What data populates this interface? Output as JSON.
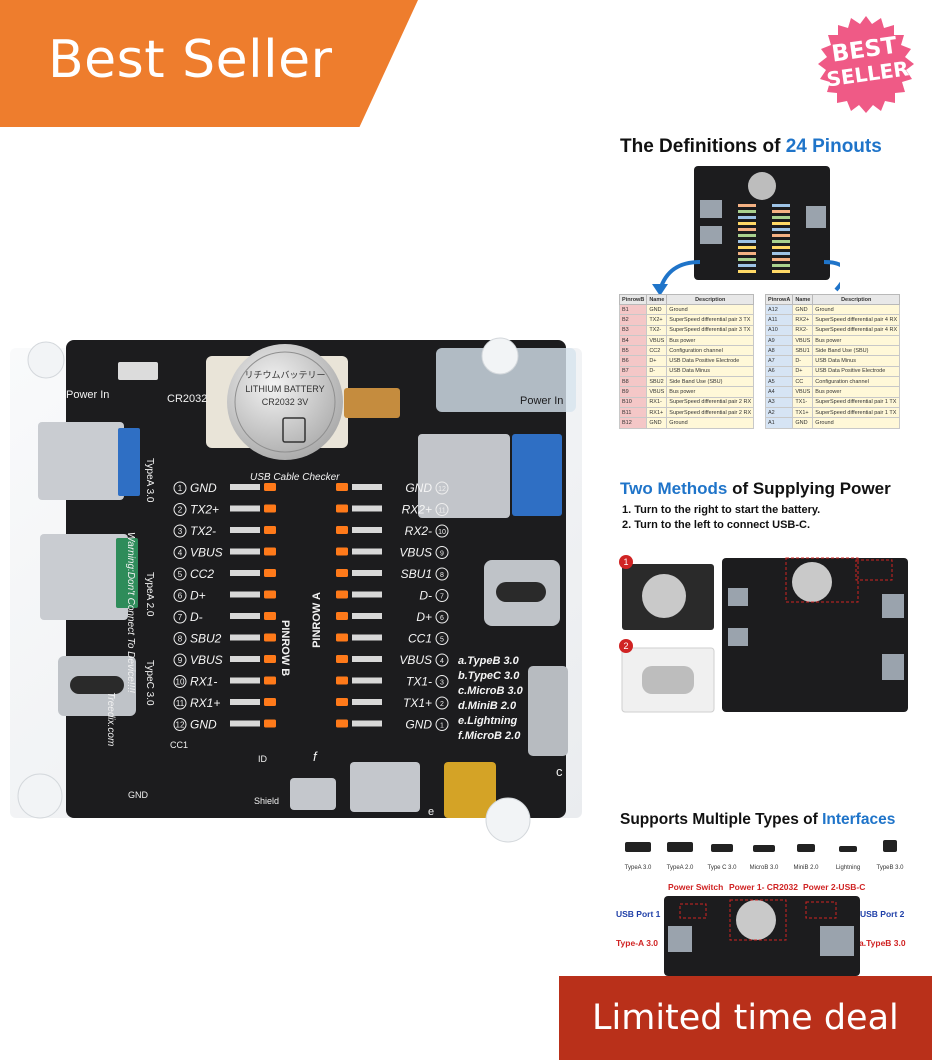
{
  "banners": {
    "best_seller": "Best Seller",
    "deal": "Limited time deal",
    "seal_line1": "BEST",
    "seal_line2": "SELLER"
  },
  "colors": {
    "best_seller_bg": "#ee7d2d",
    "deal_bg": "#b9301a",
    "seal": "#ef5a86",
    "accent_blue": "#1f74c9",
    "board": "#1c1c1e",
    "led": "#ff7a1a"
  },
  "board": {
    "labels": {
      "power_in_left": "Power In",
      "cr2032": "CR2032",
      "power_in_right": "Power In",
      "battery_jp": "リチウムバッテリー",
      "battery_line1": "LITHIUM BATTERY",
      "battery_line2": "CR2032  3V",
      "title": "USB Cable Checker",
      "pinrow_b": "PINROW B",
      "pinrow_a": "PINROW A",
      "typea30": "TypeA 3.0",
      "typea20": "TypeA 2.0",
      "typec30": "TypeC 3.0",
      "warning": "Warning:Don't Connect To Device!!!!",
      "brand": "Treedix.com",
      "gnd": "GND",
      "cc1": "CC1",
      "id": "ID",
      "shield": "Shield",
      "f": "f",
      "c": "c",
      "e": "e"
    },
    "pins_b": [
      "GND",
      "TX2+",
      "TX2-",
      "VBUS",
      "CC2",
      "D+",
      "D-",
      "SBU2",
      "VBUS",
      "RX1-",
      "RX1+",
      "GND"
    ],
    "pins_b_num": [
      "1",
      "2",
      "3",
      "4",
      "5",
      "6",
      "7",
      "8",
      "9",
      "10",
      "11",
      "12"
    ],
    "pins_a": [
      "GND",
      "RX2+",
      "RX2-",
      "VBUS",
      "SBU1",
      "D-",
      "D+",
      "CC1",
      "VBUS",
      "TX1-",
      "TX1+",
      "GND"
    ],
    "pins_a_num": [
      "12",
      "11",
      "10",
      "9",
      "8",
      "7",
      "6",
      "5",
      "4",
      "3",
      "2",
      "1"
    ],
    "legend": [
      "a.TypeB 3.0",
      "b.TypeC 3.0",
      "c.MicroB 3.0",
      "d.MiniB 2.0",
      "e.Lightning",
      "f.MicroB 2.0"
    ]
  },
  "panel1": {
    "title_pre": "The Definitions of ",
    "title_accent": "24 Pinouts",
    "table_b": {
      "headers": [
        "PinrowB",
        "Name",
        "Description"
      ],
      "rows": [
        [
          "B1",
          "GND",
          "Ground"
        ],
        [
          "B2",
          "TX2+",
          "SuperSpeed differential pair 3 TX"
        ],
        [
          "B3",
          "TX2-",
          "SuperSpeed differential pair 3 TX"
        ],
        [
          "B4",
          "VBUS",
          "Bus power"
        ],
        [
          "B5",
          "CC2",
          "Configuration channel"
        ],
        [
          "B6",
          "D+",
          "USB Data Positive Electrode"
        ],
        [
          "B7",
          "D-",
          "USB Data Minus"
        ],
        [
          "B8",
          "SBU2",
          "Side Band Use (SBU)"
        ],
        [
          "B9",
          "VBUS",
          "Bus power"
        ],
        [
          "B10",
          "RX1-",
          "SuperSpeed differential pair 2 RX"
        ],
        [
          "B11",
          "RX1+",
          "SuperSpeed differential pair 2 RX"
        ],
        [
          "B12",
          "GND",
          "Ground"
        ]
      ]
    },
    "table_a": {
      "headers": [
        "PinrowA",
        "Name",
        "Description"
      ],
      "rows": [
        [
          "A12",
          "GND",
          "Ground"
        ],
        [
          "A11",
          "RX2+",
          "SuperSpeed differential pair 4 RX"
        ],
        [
          "A10",
          "RX2-",
          "SuperSpeed differential pair 4 RX"
        ],
        [
          "A9",
          "VBUS",
          "Bus power"
        ],
        [
          "A8",
          "SBU1",
          "Side Band Use (SBU)"
        ],
        [
          "A7",
          "D-",
          "USB Data Minus"
        ],
        [
          "A6",
          "D+",
          "USB Data Positive Electrode"
        ],
        [
          "A5",
          "CC",
          "Configuration channel"
        ],
        [
          "A4",
          "VBUS",
          "Bus power"
        ],
        [
          "A3",
          "TX1-",
          "SuperSpeed differential pair 1 TX"
        ],
        [
          "A2",
          "TX1+",
          "SuperSpeed differential pair 1 TX"
        ],
        [
          "A1",
          "GND",
          "Ground"
        ]
      ]
    }
  },
  "panel2": {
    "title_accent": "Two Methods",
    "title_post": " of Supplying Power",
    "step1": "1. Turn to the right to start the battery.",
    "step2": "2. Turn to the left to connect USB-C.",
    "badge1": "1",
    "badge2": "2"
  },
  "panel3": {
    "title_pre": "Supports Multiple Types of ",
    "title_accent": "Interfaces",
    "interfaces": [
      "TypeA 3.0",
      "TypeA 2.0",
      "Type C 3.0",
      "MicroB 3.0",
      "MiniB 2.0",
      "Lightning",
      "TypeB 3.0"
    ],
    "callouts": {
      "power_switch": "Power Switch",
      "power1": "Power 1- CR2032",
      "power2": "Power 2-USB-C",
      "usb_port1": "USB Port 1",
      "usb_port2": "USB Port 2",
      "type_a30": "Type-A 3.0",
      "typeb30": "a.TypeB 3.0"
    }
  }
}
